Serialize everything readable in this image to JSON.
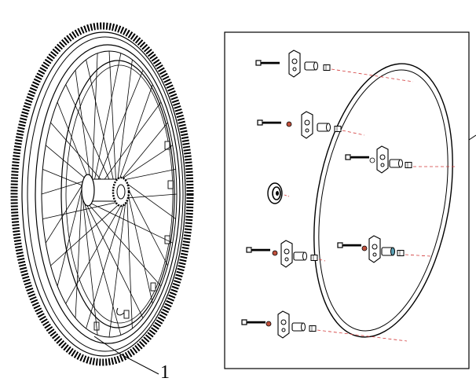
{
  "figure": {
    "callouts": [
      {
        "label": "1",
        "target": "rear-wheel-assembly"
      }
    ],
    "exploded_view": {
      "bolt_assemblies": [
        {
          "id": "bolt-assembly-1"
        },
        {
          "id": "bolt-assembly-2"
        },
        {
          "id": "bolt-assembly-3"
        },
        {
          "id": "bolt-assembly-4"
        },
        {
          "id": "bolt-assembly-5"
        },
        {
          "id": "bolt-assembly-6"
        }
      ],
      "hub_bearing": {
        "id": "hub-bearing"
      }
    },
    "colors": {
      "line": "#000000",
      "dash_leader": "#d23b3b",
      "accent_washer": "#c0503c",
      "accent_sleeve": "#5aa0b4",
      "paper": "#ffffff"
    }
  }
}
